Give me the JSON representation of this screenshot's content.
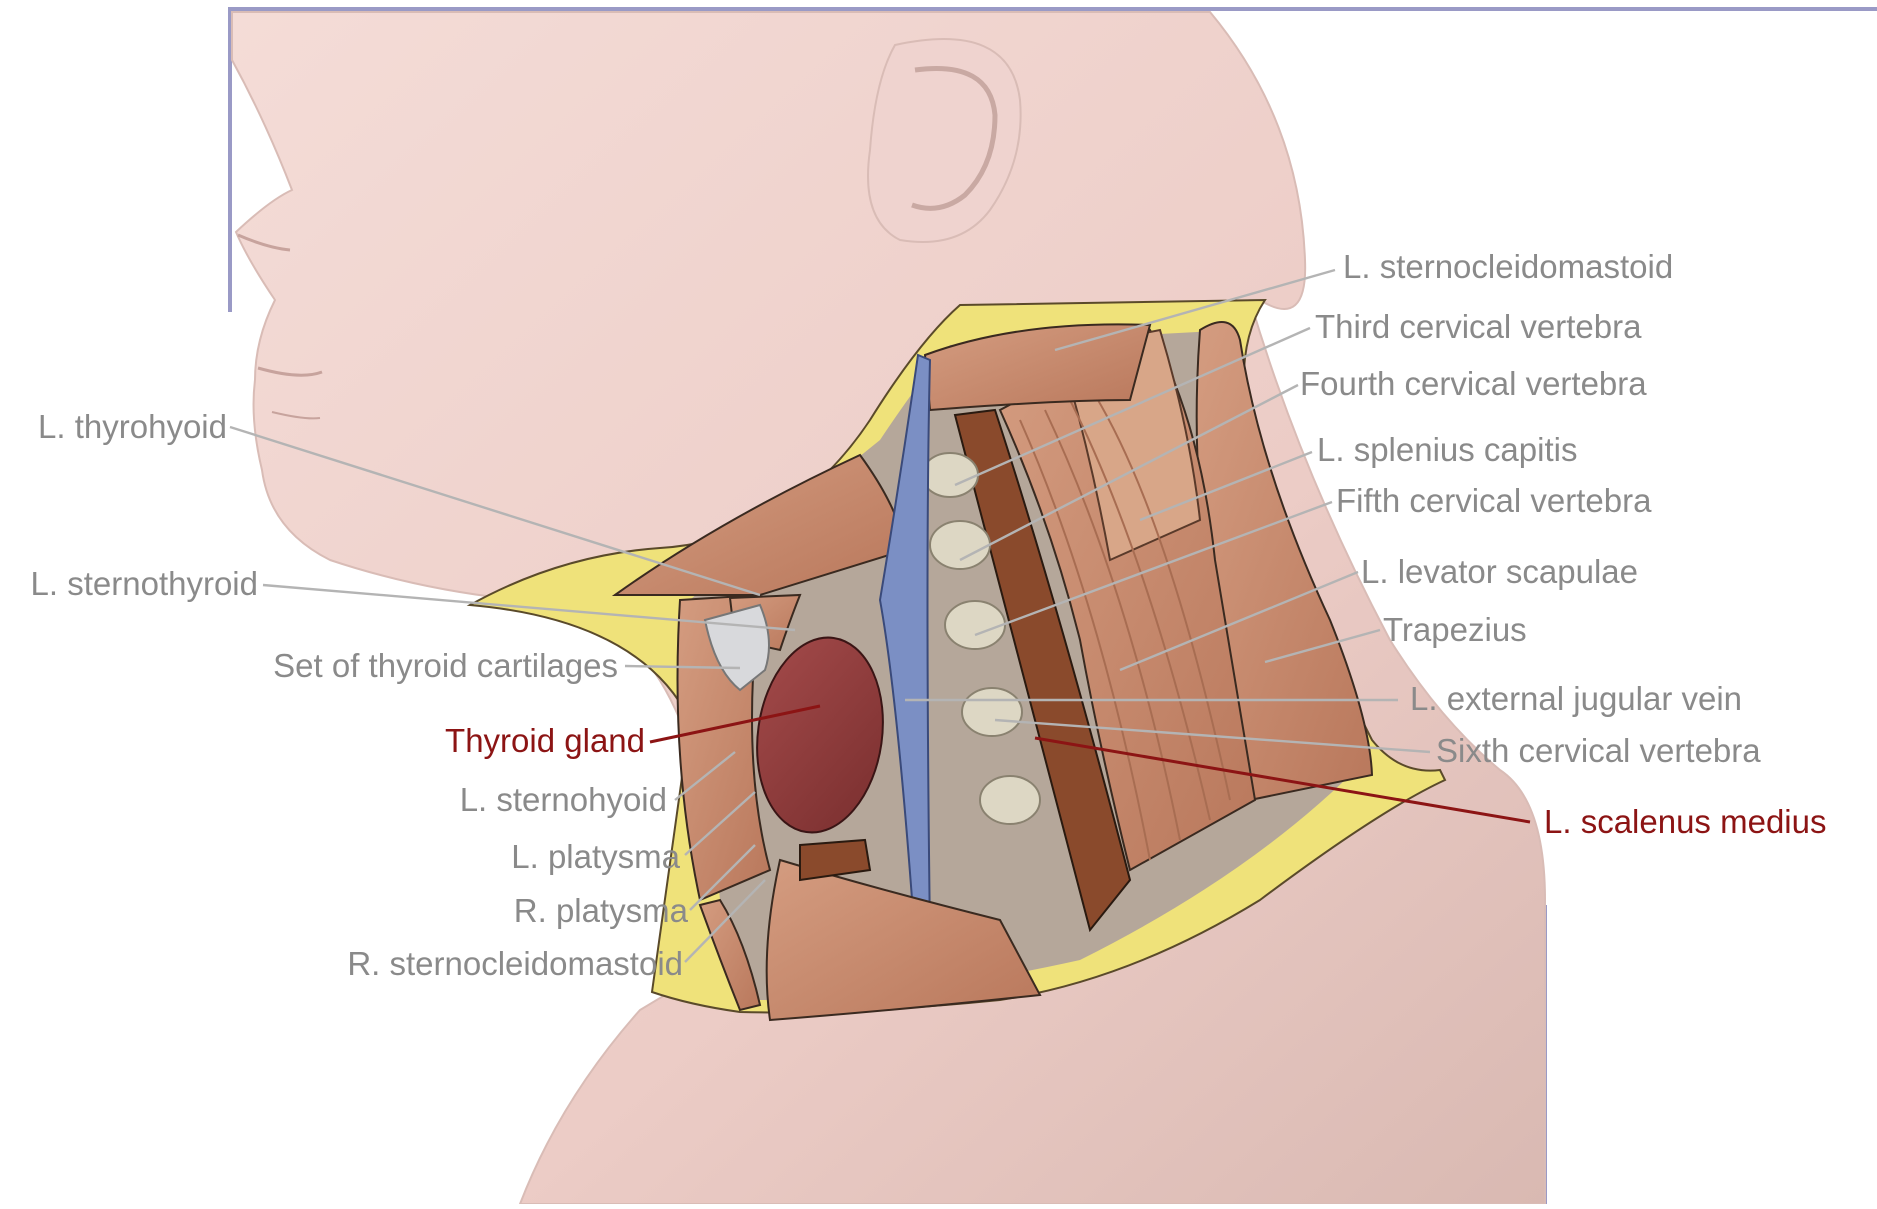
{
  "colors": {
    "frame": "#9a9ac6",
    "skin": "#efd3cf",
    "skin_shade": "#d9bcb6",
    "fat": "#efe27a",
    "muscle": "#c98f72",
    "muscle_dark": "#8a4a2c",
    "vein": "#7b8fc4",
    "thyroid": "#8d3b3b",
    "cartilage": "#d8d9dc",
    "bone": "#ddd7c4",
    "label": "#8a8a8a",
    "highlight": "#8c1414"
  },
  "labels": {
    "l_sternocleidomastoid": "L. sternocleidomastoid",
    "third_cervical_vertebra": "Third cervical vertebra",
    "fourth_cervical_vertebra": "Fourth cervical vertebra",
    "l_splenius_capitis": "L. splenius capitis",
    "fifth_cervical_vertebra": "Fifth cervical vertebra",
    "l_levator_scapulae": "L. levator scapulae",
    "trapezius": "Trapezius",
    "l_external_jugular_vein": "L. external jugular vein",
    "sixth_cervical_vertebra": "Sixth cervical vertebra",
    "l_scalenus_medius": "L. scalenus medius",
    "l_thyrohyoid": "L. thyrohyoid",
    "l_sternothyroid": "L. sternothyroid",
    "set_of_thyroid_cartilages": "Set of thyroid cartilages",
    "thyroid_gland": "Thyroid gland",
    "l_sternohyoid": "L. sternohyoid",
    "l_platysma": "L. platysma",
    "r_platysma": "R. platysma",
    "r_sternocleidomastoid": "R. sternocleidomastoid"
  },
  "highlighted": [
    "Thyroid gland",
    "L. scalenus medius"
  ]
}
